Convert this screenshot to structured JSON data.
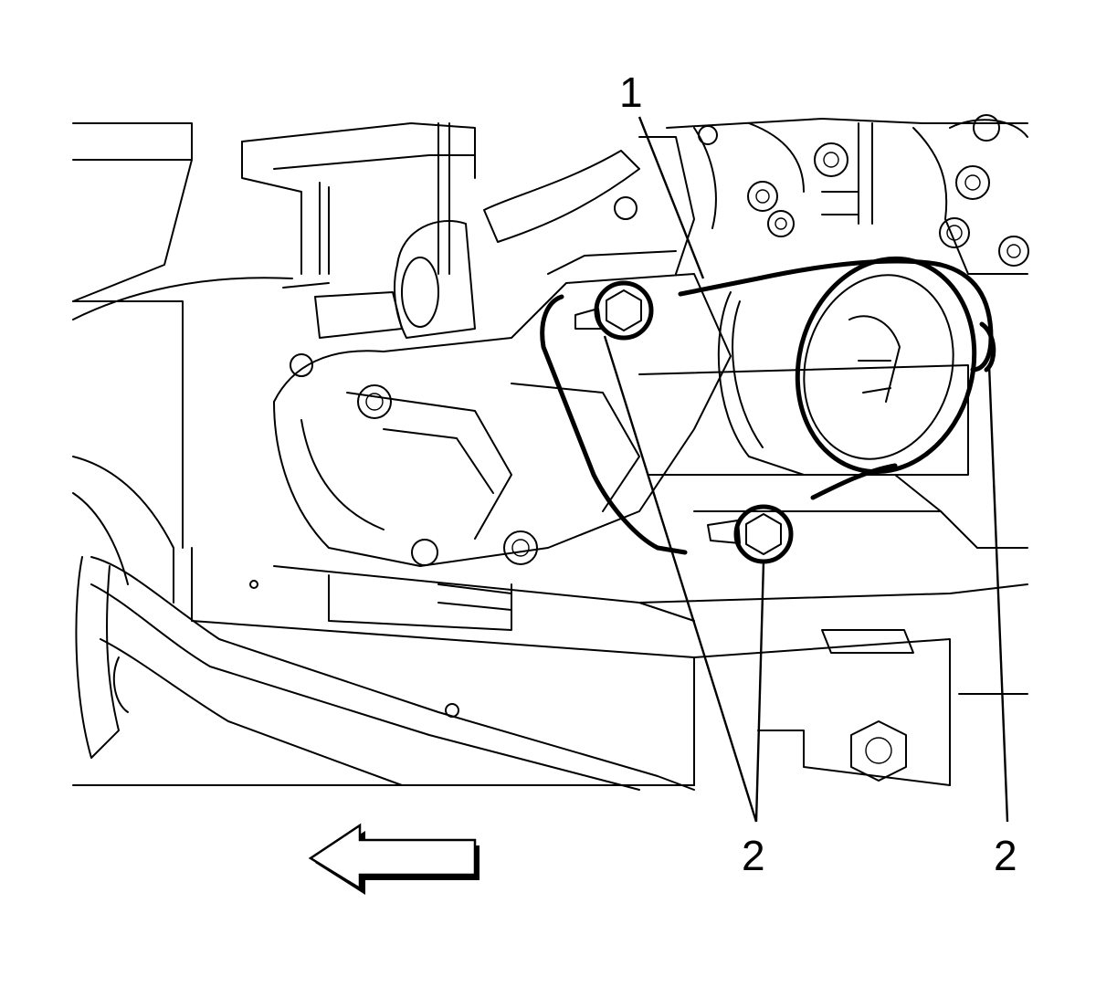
{
  "diagram": {
    "callouts": [
      {
        "label": "1"
      },
      {
        "label": "2"
      },
      {
        "label": "2"
      }
    ],
    "direction_arrow": {
      "icon": "left-arrow-icon",
      "meaning_visible": false
    },
    "line_color": "#000000",
    "background_color": "#ffffff"
  }
}
